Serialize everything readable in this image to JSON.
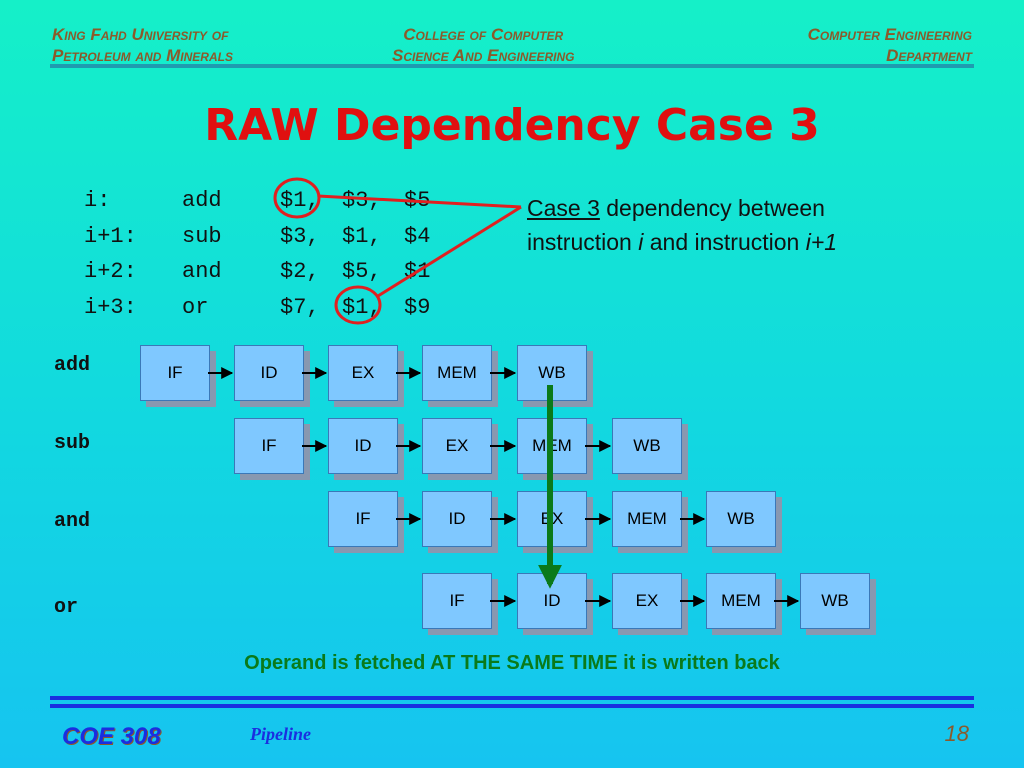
{
  "header": {
    "left": [
      "King Fahd University of",
      "Petroleum and Minerals"
    ],
    "middle": [
      "College of Computer",
      "Science And Engineering"
    ],
    "right": [
      "Computer Engineering",
      "Department"
    ]
  },
  "title": "RAW Dependency Case 3",
  "code": [
    {
      "label": "i:",
      "op": "add",
      "a1": "$1,",
      "a2": "$3,",
      "a3": "$5"
    },
    {
      "label": "i+1:",
      "op": "sub",
      "a1": "$3,",
      "a2": "$1,",
      "a3": "$4"
    },
    {
      "label": "i+2:",
      "op": "and",
      "a1": "$2,",
      "a2": "$5,",
      "a3": "$1"
    },
    {
      "label": "i+3:",
      "op": "or",
      "a1": "$7,",
      "a2": "$1,",
      "a3": "$9"
    }
  ],
  "note": {
    "case": "Case 3",
    "text1": " dependency between",
    "text2": "instruction ",
    "i": "i",
    "text3": " and instruction ",
    "i1": "i+1"
  },
  "instructions": [
    "add",
    "sub",
    "and",
    "or"
  ],
  "stages": [
    "IF",
    "ID",
    "EX",
    "MEM",
    "WB"
  ],
  "bottom_text": "Operand is fetched AT THE SAME TIME it is written back",
  "footer": {
    "course": "COE 308",
    "topic": "Pipeline",
    "page": "18"
  },
  "colors": {
    "title": "#e01010",
    "circle": "#e02020",
    "forward_arrow": "#0a7a1a",
    "stage_fill": "#7fc8ff"
  }
}
